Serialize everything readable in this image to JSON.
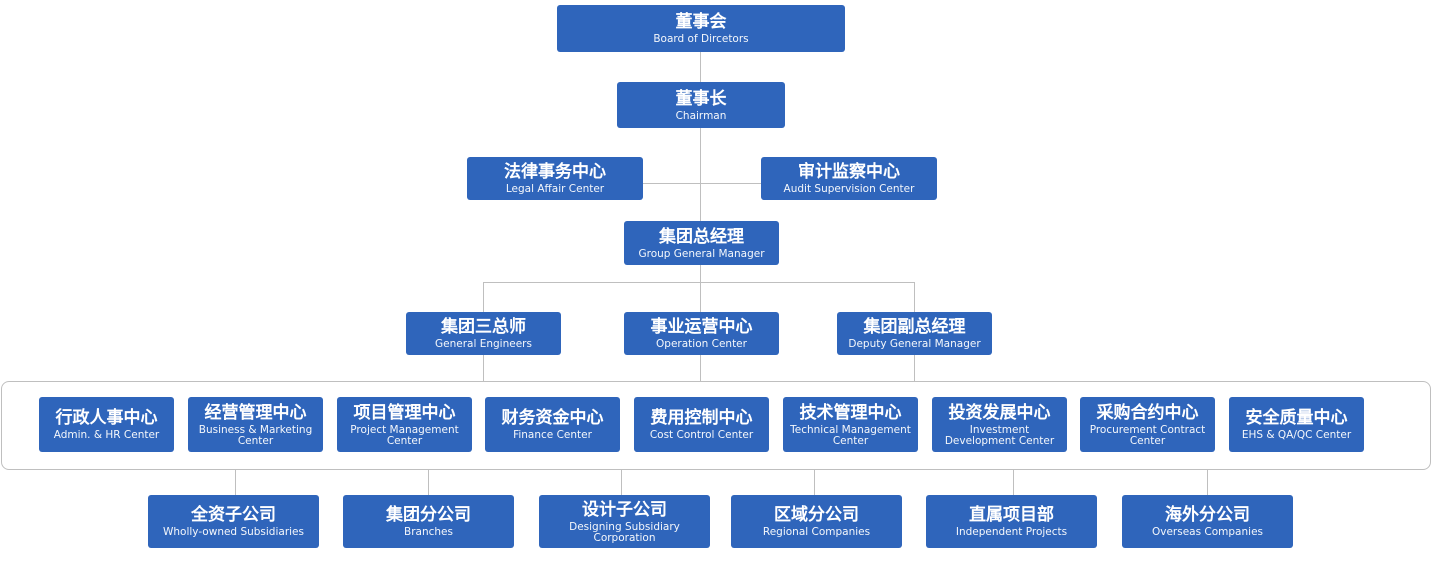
{
  "board": {
    "cn": "董事会",
    "en": "Board of Dircetors"
  },
  "chairman": {
    "cn": "董事长",
    "en": "Chairman"
  },
  "legal": {
    "cn": "法律事务中心",
    "en": "Legal Affair Center"
  },
  "audit": {
    "cn": "审计监察中心",
    "en": "Audit Supervision Center"
  },
  "gm": {
    "cn": "集团总经理",
    "en": "Group General Manager"
  },
  "level3": [
    {
      "cn": "集团三总师",
      "en": "General Engineers"
    },
    {
      "cn": "事业运营中心",
      "en": "Operation Center"
    },
    {
      "cn": "集团副总经理",
      "en": "Deputy General Manager"
    }
  ],
  "centers": [
    {
      "cn": "行政人事中心",
      "en": "Admin. & HR Center"
    },
    {
      "cn": "经营管理中心",
      "en": "Business & Marketing Center"
    },
    {
      "cn": "项目管理中心",
      "en": "Project Management Center"
    },
    {
      "cn": "财务资金中心",
      "en": "Finance Center"
    },
    {
      "cn": "费用控制中心",
      "en": "Cost Control Center"
    },
    {
      "cn": "技术管理中心",
      "en": "Technical Management Center"
    },
    {
      "cn": "投资发展中心",
      "en": "Investment Development Center"
    },
    {
      "cn": "采购合约中心",
      "en": "Procurement Contract Center"
    },
    {
      "cn": "安全质量中心",
      "en": "EHS & QA/QC Center"
    }
  ],
  "companies": [
    {
      "cn": "全资子公司",
      "en": "Wholly-owned Subsidiaries"
    },
    {
      "cn": "集团分公司",
      "en": "Branches"
    },
    {
      "cn": "设计子公司",
      "en": "Designing Subsidiary Corporation"
    },
    {
      "cn": "区域分公司",
      "en": "Regional Companies"
    },
    {
      "cn": "直属项目部",
      "en": "Independent Projects"
    },
    {
      "cn": "海外分公司",
      "en": "Overseas Companies"
    }
  ],
  "colors": {
    "box": "#2f65bb",
    "line": "#bfbfbf"
  }
}
